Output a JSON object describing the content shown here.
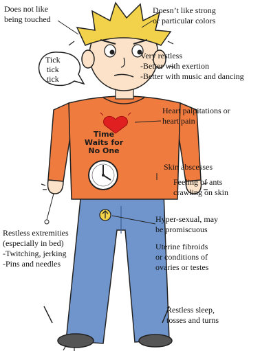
{
  "labels": {
    "touch": [
      "Does not like",
      "being touched"
    ],
    "colors": [
      "Doesn’t like strong",
      "or particular colors"
    ],
    "restless": [
      "Very restless",
      "-Better with exertion",
      "-Better with music and dancing"
    ],
    "heart": [
      "Heart palpitations or",
      "heart pain"
    ],
    "skin": [
      "Skin abscesses"
    ],
    "ants": [
      "Feeling of ants",
      "crawling on skin"
    ],
    "hypersexual": [
      "Hyper-sexual, may",
      "be promiscuous"
    ],
    "extremities": [
      "Restless extremities",
      "(especially in bed)",
      "-Twitching, jerking",
      "-Pins and needles"
    ],
    "uterine": [
      "Uterine fibroids",
      "or conditions of",
      "ovaries or testes"
    ],
    "sleep": [
      "Restless sleep,",
      "tosses and turns"
    ]
  },
  "bubble": [
    "Tick",
    "tick",
    "tick"
  ],
  "shirt": [
    "Time",
    "Waits for",
    "No One"
  ],
  "colors": {
    "shirt": "#f07b3f",
    "jeans": "#6f95cc",
    "hair": "#f2d24a",
    "skin": "#fbe2c8",
    "heart": "#e02020",
    "outline": "#222222"
  }
}
